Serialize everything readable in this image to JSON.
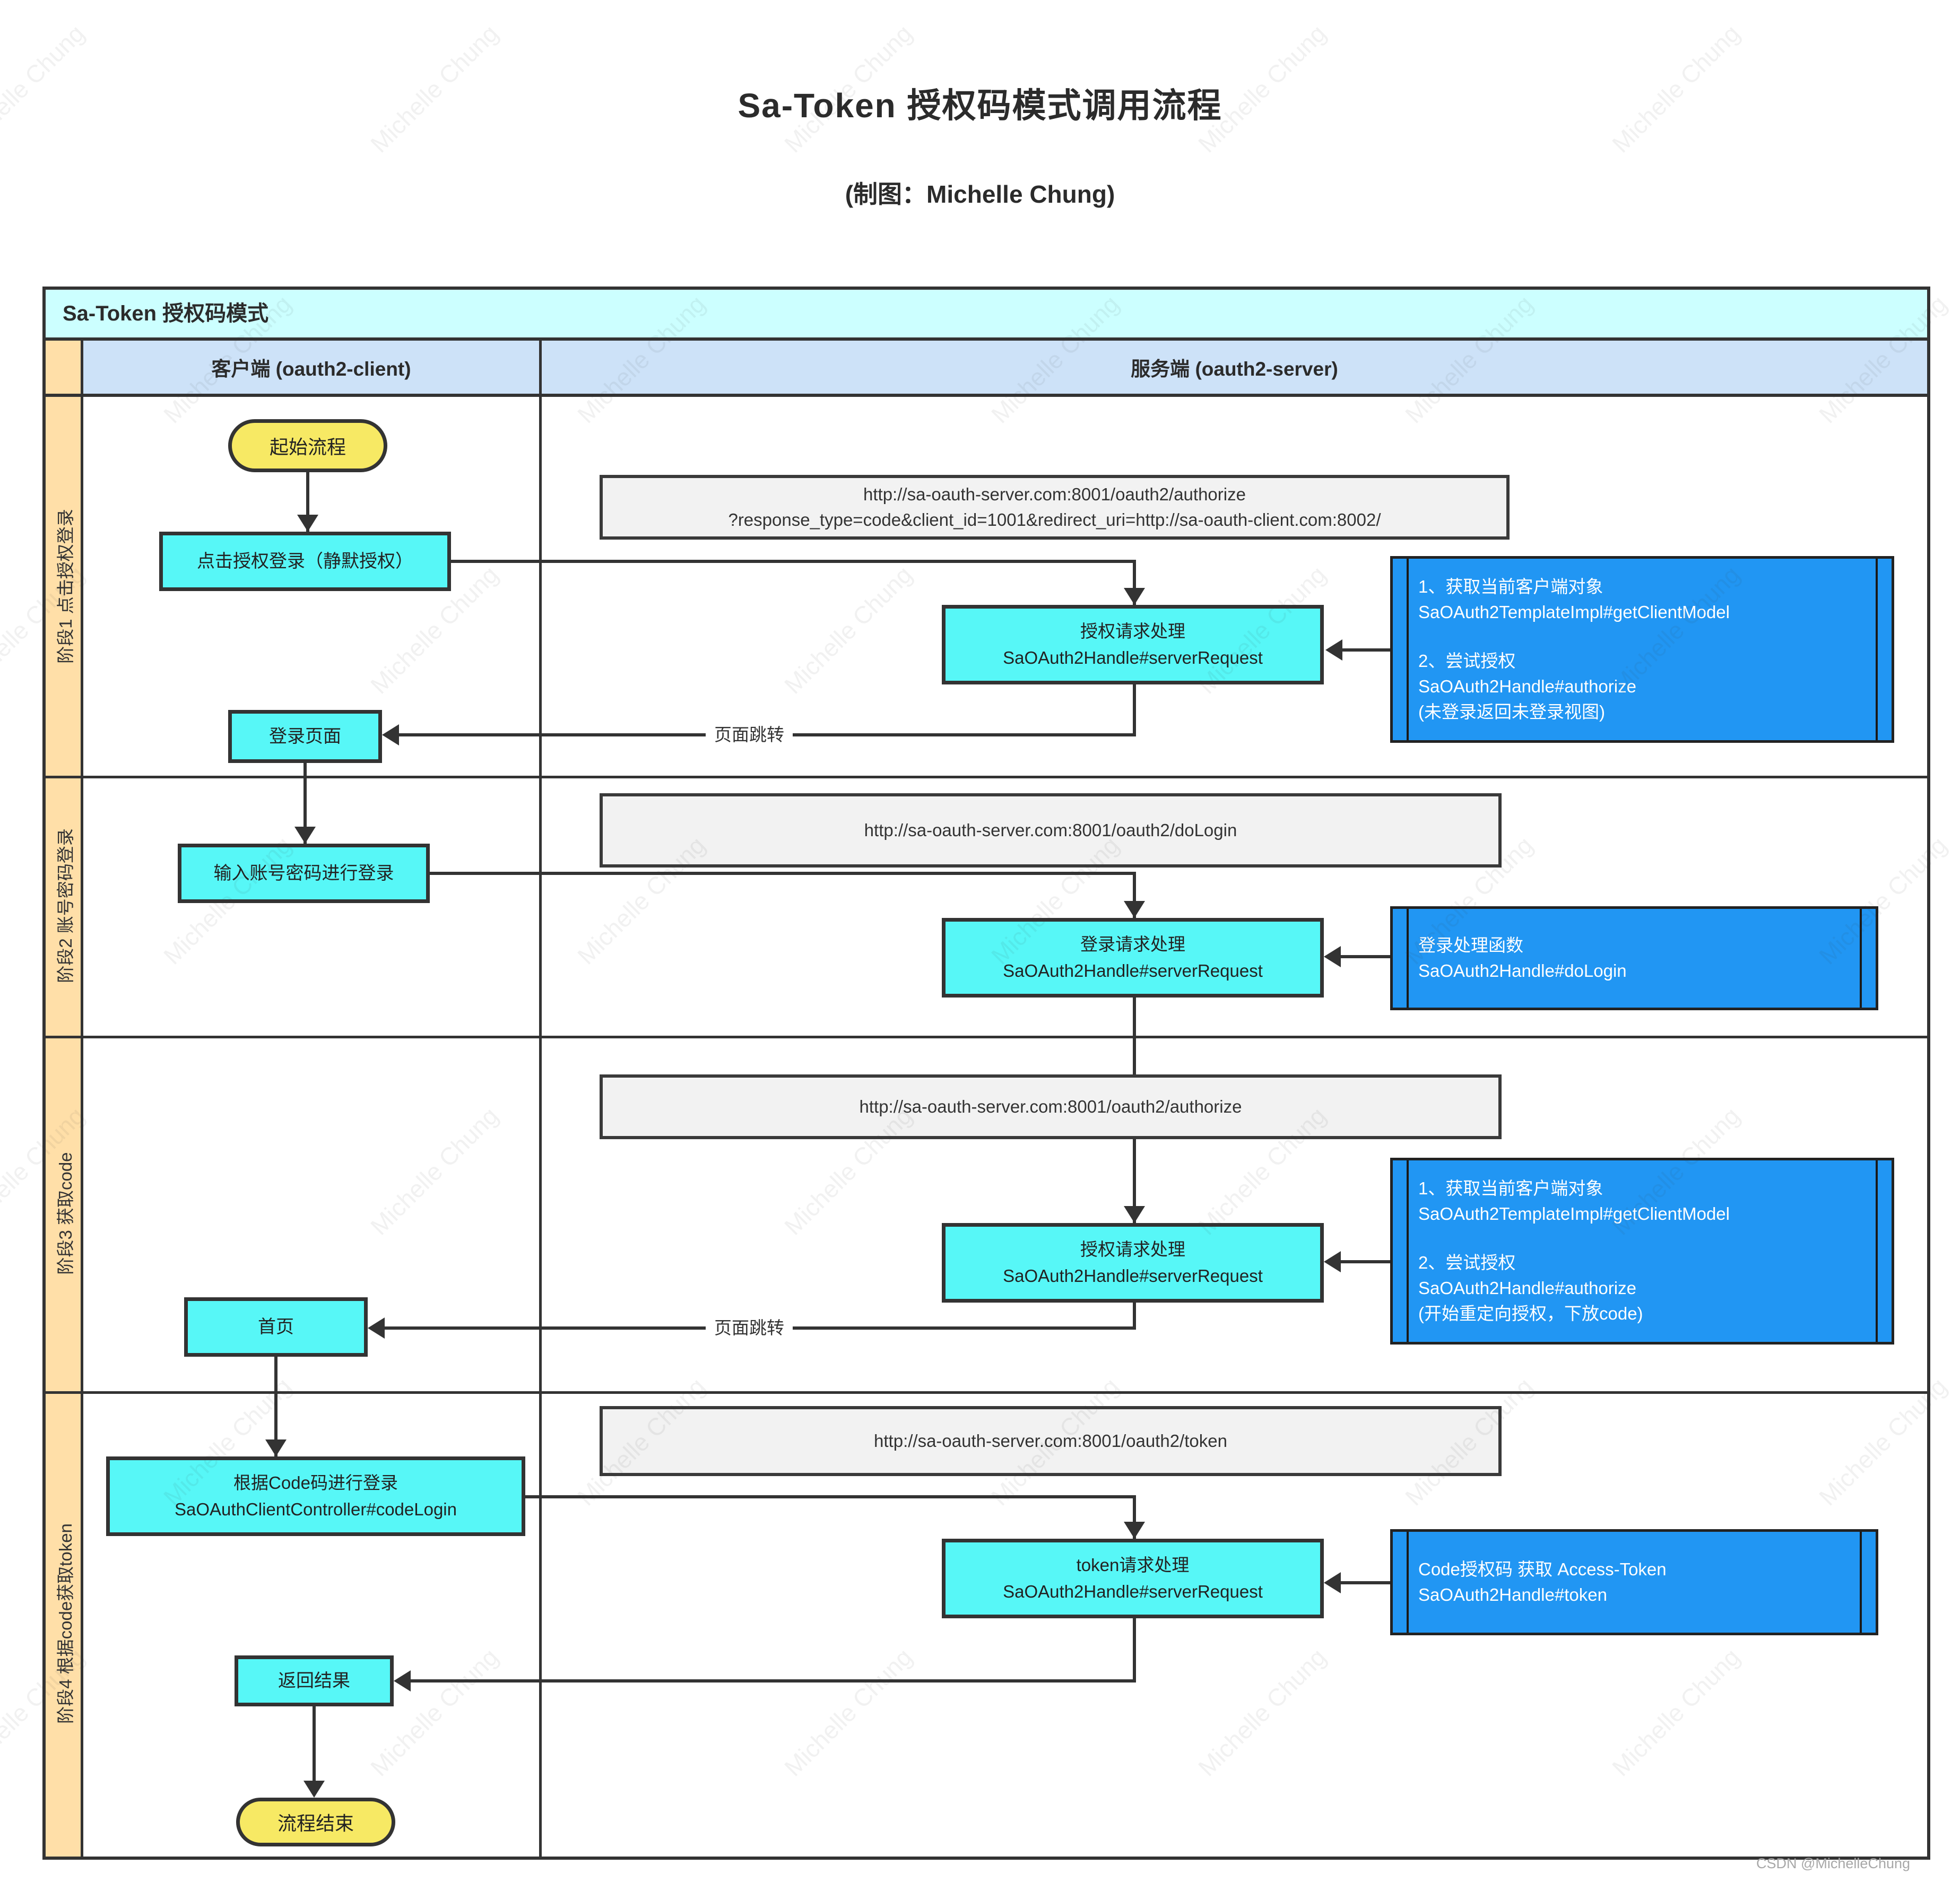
{
  "page": {
    "title": "Sa-Token 授权码模式调用流程",
    "subtitle": "(制图：Michelle Chung)",
    "watermark": "Michelle Chung",
    "credit": "CSDN @MichelleChung"
  },
  "frame": {
    "title": "Sa-Token 授权码模式",
    "client_lane": "客户端 (oauth2-client)",
    "server_lane": "服务端 (oauth2-server)"
  },
  "stages": {
    "s1": "阶段1 点击授权登录",
    "s2": "阶段2 账号密码登录",
    "s3": "阶段3 获取code",
    "s4": "阶段4 根据code获取token"
  },
  "nodes": {
    "start": "起始流程",
    "click_auth": "点击授权登录（静默授权）",
    "login_page": "登录页面",
    "enter_credentials": "输入账号密码进行登录",
    "home": "首页",
    "code_login_title": "根据Code码进行登录",
    "code_login_sub": "SaOAuthClientController#codeLogin",
    "auth_req_title": "授权请求处理",
    "login_req_title": "登录请求处理",
    "token_req_title": "token请求处理",
    "server_request_sub": "SaOAuth2Handle#serverRequest",
    "return_result": "返回结果",
    "end": "流程结束"
  },
  "urls": {
    "authorize_line1": "http://sa-oauth-server.com:8001/oauth2/authorize",
    "authorize_line2": "?response_type=code&client_id=1001&redirect_uri=http://sa-oauth-client.com:8002/",
    "do_login": "http://sa-oauth-server.com:8001/oauth2/doLogin",
    "authorize2": "http://sa-oauth-server.com:8001/oauth2/authorize",
    "token": "http://sa-oauth-server.com:8001/oauth2/token"
  },
  "notes": {
    "n1": {
      "l1": "1、获取当前客户端对象",
      "l2": "SaOAuth2TemplateImpl#getClientModel",
      "l3": "2、尝试授权",
      "l4": "SaOAuth2Handle#authorize",
      "l5": " (未登录返回未登录视图)"
    },
    "n2": {
      "l1": "登录处理函数",
      "l2": "SaOAuth2Handle#doLogin"
    },
    "n3": {
      "l1": "1、获取当前客户端对象",
      "l2": "SaOAuth2TemplateImpl#getClientModel",
      "l3": "2、尝试授权",
      "l4": "SaOAuth2Handle#authorize",
      "l5": " (开始重定向授权，下放code)"
    },
    "n4": {
      "l1": "Code授权码 获取 Access-Token",
      "l2": "SaOAuth2Handle#token"
    }
  },
  "edges": {
    "page_jump": "页面跳转"
  },
  "colors": {
    "note_blue": "#2196F3",
    "node_cyan": "#57F7F7",
    "node_yellow": "#F7E964",
    "frame_title_bg": "#CCFFFF",
    "lane_header_bg": "#CDE2F8",
    "stage_strip_bg": "#FFDFA8",
    "url_bg": "#F2F2F2",
    "line": "#333333"
  }
}
